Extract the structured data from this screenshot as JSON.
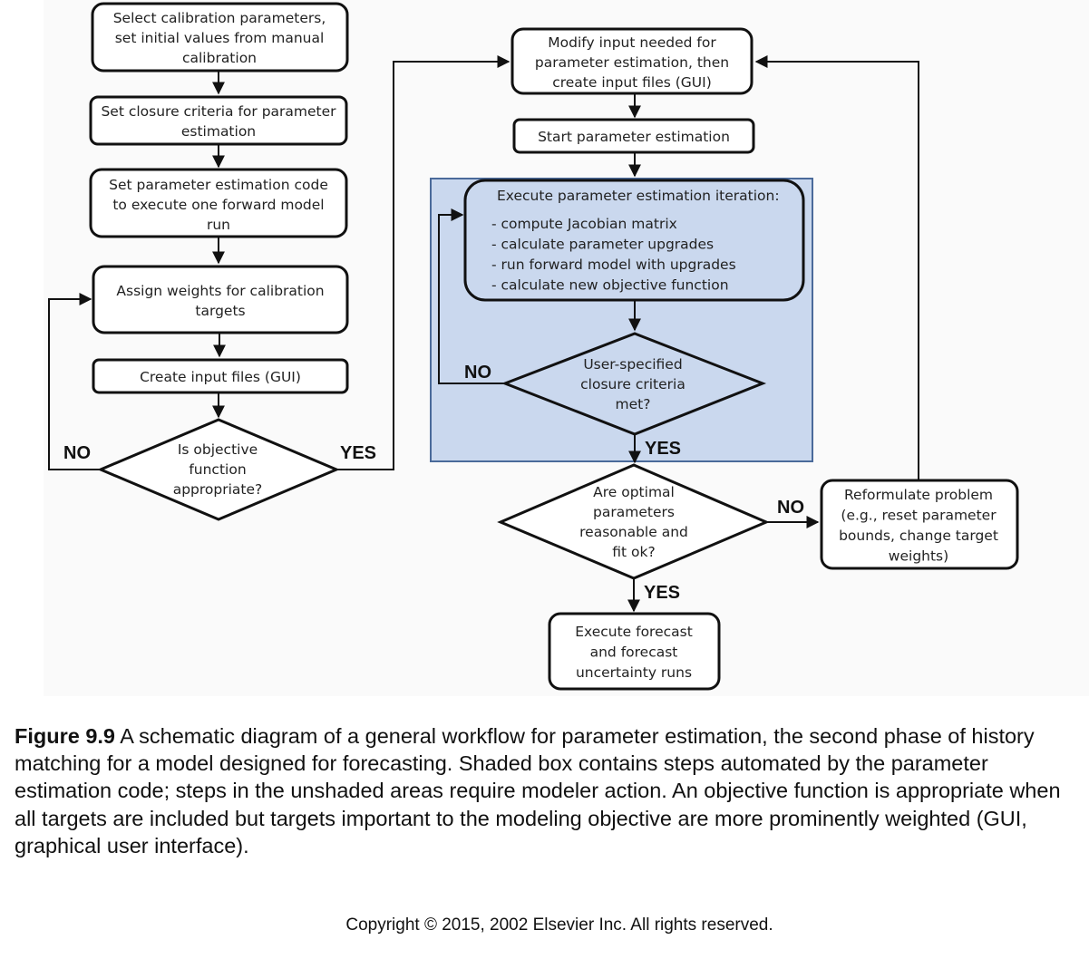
{
  "diagram": {
    "left_column": {
      "step1": [
        "Select calibration parameters,",
        "set initial values from manual",
        "calibration"
      ],
      "step2": [
        "Set closure criteria for parameter",
        "estimation"
      ],
      "step3": [
        "Set parameter estimation code",
        "to execute one forward model",
        "run"
      ],
      "step4": [
        "Assign weights for calibration",
        "targets"
      ],
      "step5": [
        "Create input files (GUI)"
      ],
      "decision": [
        "Is objective",
        "function",
        "appropriate?"
      ],
      "no_label": "NO",
      "yes_label": "YES"
    },
    "middle_column": {
      "modify_input": [
        "Modify input needed for",
        "parameter estimation, then",
        "create input files (GUI)"
      ],
      "start": [
        "Start parameter estimation"
      ],
      "iteration_title": "Execute parameter estimation iteration:",
      "iteration_steps": [
        "- compute Jacobian matrix",
        "- calculate parameter upgrades",
        "- run forward model with upgrades",
        "- calculate new objective function"
      ],
      "closure_decision": [
        "User-specified",
        "closure criteria",
        "met?"
      ],
      "closure_no": "NO",
      "closure_yes": "YES",
      "optimal_decision": [
        "Are optimal",
        "parameters",
        "reasonable and",
        "fit ok?"
      ],
      "optimal_no": "NO",
      "optimal_yes": "YES",
      "forecast": [
        "Execute forecast",
        "and forecast",
        "uncertainty runs"
      ]
    },
    "right_column": {
      "reformulate": [
        "Reformulate problem",
        "(e.g., reset parameter",
        "bounds, change target",
        "weights)"
      ]
    },
    "colors": {
      "automated_shade": "#cad8ee",
      "shade_border": "#4a6a9a",
      "stroke": "#111111"
    }
  },
  "caption": {
    "figure_label": "Figure 9.9",
    "text": " A schematic diagram of a general workflow for parameter estimation, the second phase of history matching for a model designed for forecasting. Shaded box contains steps automated by the parameter estimation code; steps in the unshaded areas require modeler action. An objective function is appropriate when all targets are included but targets important to the modeling objective are more prominently weighted (GUI, graphical user interface)."
  },
  "copyright": "Copyright © 2015, 2002 Elsevier Inc. All rights reserved."
}
